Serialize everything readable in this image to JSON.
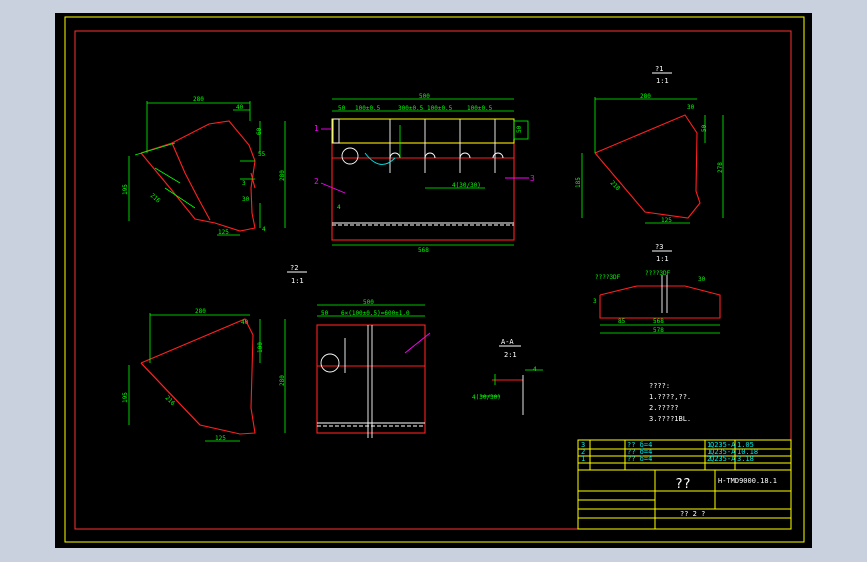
{
  "colors": {
    "background": "#000000",
    "frame": "#ffff00",
    "outline": "#ff2020",
    "dims": "#00ff00",
    "text": "#ffffff",
    "callout": "#ff00ff",
    "titleblock": "#ffff00"
  },
  "views": {
    "view1": {
      "title": "?1",
      "scale": "1:1"
    },
    "view2": {
      "title": "?2",
      "scale": "1:1"
    },
    "view3": {
      "title": "?3",
      "scale": "1:1"
    },
    "section": {
      "title": "A-A",
      "scale": "2:1"
    }
  },
  "dims": {
    "d280a": "280",
    "d40a": "40",
    "d60a": "60",
    "d55a": "55",
    "d280b": "280",
    "d195a": "195",
    "d216a": "216",
    "d125a": "125",
    "d30a": "30",
    "d3a": "3",
    "d4a": "4",
    "d500a": "500",
    "d50a": "50",
    "d100a": "100±0.5",
    "d300a": "300±0.5",
    "d100b": "100±0.5",
    "d100c": "100±0.5",
    "d50b": "50",
    "d568a": "568",
    "d4b": "4",
    "d280c": "280",
    "d30b": "30",
    "d50c": "50",
    "d278": "278",
    "d185": "185",
    "d218": "218",
    "d125b": "125",
    "d280d": "280",
    "d40b": "40",
    "d100d": "100",
    "d280e": "280",
    "d195b": "195",
    "d216b": "216",
    "d125c": "125",
    "d500b": "500",
    "d50d": "50",
    "d500c": "6×(100±0.5)=600±1.0",
    "d30c": "30",
    "d85": "85",
    "d568b": "568",
    "d578": "578",
    "d3b": "3",
    "d4c": "4"
  },
  "callouts": {
    "c1": "1",
    "c2": "2",
    "c3": "3"
  },
  "notes": {
    "title": "????:",
    "n1": "1.????,??.",
    "n2": "2.?????",
    "n3": "3.????1BL."
  },
  "labels": {
    "weld1": "4(30/30)",
    "weld2": "4(30/30)",
    "r3a": "????3DF",
    "r3b": "????3DF"
  },
  "titleblock": {
    "rows": [
      {
        "no": "3",
        "name": "?? δ=4",
        "qty": "1",
        "mat": "Q235-A",
        "weight": "1.05"
      },
      {
        "no": "2",
        "name": "?? δ=4",
        "qty": "1",
        "mat": "Q235-A",
        "weight": "10.18"
      },
      {
        "no": "1",
        "name": "?? δ=4",
        "qty": "2",
        "mat": "Q235-A",
        "weight": "3.18"
      }
    ],
    "drawing_no": "??",
    "part_name": "H-TMD9000.18.1",
    "sheet": "?? 2 ?",
    "labels": [
      "?",
      "?",
      "?",
      "?",
      "?",
      "?",
      "?",
      "?"
    ]
  }
}
